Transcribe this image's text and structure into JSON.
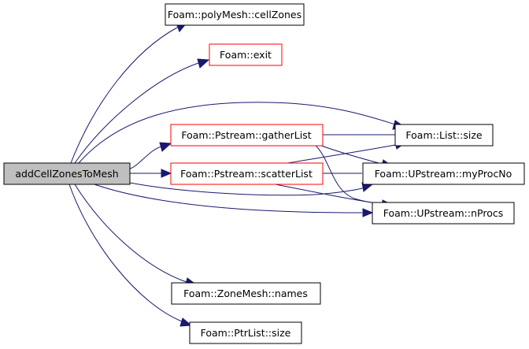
{
  "graph": {
    "colors": {
      "edge": "#191970",
      "root_fill": "#bfbfbf",
      "root_border": "#000000",
      "node_fill": "#ffffff",
      "node_border": "#000000",
      "highlight_border": "#ff0000"
    },
    "nodes": [
      {
        "id": "addCellZonesToMesh",
        "label": "addCellZonesToMesh",
        "style": "root"
      },
      {
        "id": "cellZones",
        "label": "Foam::polyMesh::cellZones",
        "style": "normal"
      },
      {
        "id": "exit",
        "label": "Foam::exit",
        "style": "highlight"
      },
      {
        "id": "gatherList",
        "label": "Foam::Pstream::gatherList",
        "style": "highlight"
      },
      {
        "id": "scatterList",
        "label": "Foam::Pstream::scatterList",
        "style": "highlight"
      },
      {
        "id": "listSize",
        "label": "Foam::List::size",
        "style": "normal"
      },
      {
        "id": "myProcNo",
        "label": "Foam::UPstream::myProcNo",
        "style": "normal"
      },
      {
        "id": "nProcs",
        "label": "Foam::UPstream::nProcs",
        "style": "normal"
      },
      {
        "id": "names",
        "label": "Foam::ZoneMesh::names",
        "style": "normal"
      },
      {
        "id": "ptrListSize",
        "label": "Foam::PtrList::size",
        "style": "normal"
      }
    ],
    "edges": [
      {
        "from": "addCellZonesToMesh",
        "to": "cellZones"
      },
      {
        "from": "addCellZonesToMesh",
        "to": "exit"
      },
      {
        "from": "addCellZonesToMesh",
        "to": "listSize"
      },
      {
        "from": "addCellZonesToMesh",
        "to": "gatherList"
      },
      {
        "from": "addCellZonesToMesh",
        "to": "scatterList"
      },
      {
        "from": "addCellZonesToMesh",
        "to": "myProcNo"
      },
      {
        "from": "addCellZonesToMesh",
        "to": "nProcs"
      },
      {
        "from": "addCellZonesToMesh",
        "to": "names"
      },
      {
        "from": "addCellZonesToMesh",
        "to": "ptrListSize"
      },
      {
        "from": "gatherList",
        "to": "listSize"
      },
      {
        "from": "gatherList",
        "to": "myProcNo"
      },
      {
        "from": "gatherList",
        "to": "nProcs"
      },
      {
        "from": "scatterList",
        "to": "listSize"
      },
      {
        "from": "scatterList",
        "to": "myProcNo"
      },
      {
        "from": "scatterList",
        "to": "nProcs"
      }
    ]
  }
}
